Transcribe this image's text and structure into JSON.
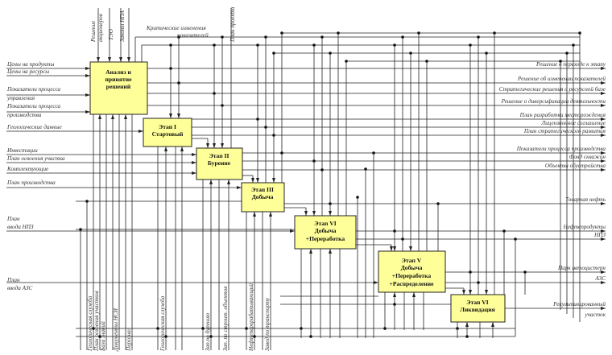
{
  "diagram": {
    "blocks": {
      "analysis": {
        "line1": "Анализ и",
        "line2": "принятие",
        "line3": "решений"
      },
      "stage1": {
        "line1": "Этап I",
        "line2": "Стартовый"
      },
      "stage2": {
        "line1": "Этап II",
        "line2": "Бурение"
      },
      "stage3": {
        "line1": "Этап III",
        "line2": "Добыча"
      },
      "stage4": {
        "line1": "Этап VI",
        "line2": "Добыча",
        "line3": "+Переработка"
      },
      "stage5": {
        "line1": "Этап V",
        "line2": "Добыча",
        "line3": "+Переработка",
        "line4": "+Распределение"
      },
      "stage6": {
        "line1": "Этап VI",
        "line2": "Ликвидация"
      }
    },
    "inputs_left": {
      "prices_products": "Цены на продукты",
      "prices_resources": "Цены на ресурсы",
      "process_mgmt_1": "Показатели процесса",
      "process_mgmt_2": "управления",
      "process_prod_1": "Показатели процесса",
      "process_prod_2": "производства",
      "geo_data": "Геологические данные",
      "investments": "Инвестиции",
      "site_plan": "План освоения участка",
      "components": "Комплектующие",
      "production_plan": "План производства",
      "npz_1": "План",
      "npz_2": "ввода НПЗ",
      "azs_1": "План",
      "azs_2": "ввода АЗС"
    },
    "controls_top": {
      "decision_1": "Решение",
      "decision_2": "акционеров",
      "tgo": "ТЭО",
      "npa": "Законы НПА",
      "critical_1": "Критические изменения",
      "critical_2": "показателей",
      "project_plan": "План проекта"
    },
    "outputs_right": {
      "next_stage": "Решение о переходе к этапу",
      "change_indicators": "Решение об изменении показателей",
      "strategic_resource": "Стратегические решения о ресурсной базе",
      "diversification": "Решение о диверсификации деятельности",
      "deposit_plan": "План разработки месторождения",
      "license": "Лицензионное соглашение",
      "strategic_plan": "План стратегического развития",
      "prod_indicators": "Показатели процесса производства",
      "well_fund": "Фонд скважин",
      "infrastructure": "Объекты обустройства",
      "oil": "Товарная нефть",
      "products": "Нефтепродукты",
      "npz": "НПЗ",
      "fleet": "Парк автоцистерн",
      "azs": "АЗС",
      "recultivated_1": "Рекультивированный",
      "recultivated_2": "участок"
    },
    "mechanisms_bottom": {
      "m1": "Геологическая служба",
      "m2": "План освоения участков",
      "m3": "База знаний",
      "m4": "Документы НСИ",
      "m5": "Персонал",
      "m6": "Геологическая служба",
      "m7": "Зап.по бурению",
      "m8": "Зап. по строит. объектов",
      "m9": "Нефтеперерабатывающий",
      "m10": "Завод по транспорту"
    }
  }
}
